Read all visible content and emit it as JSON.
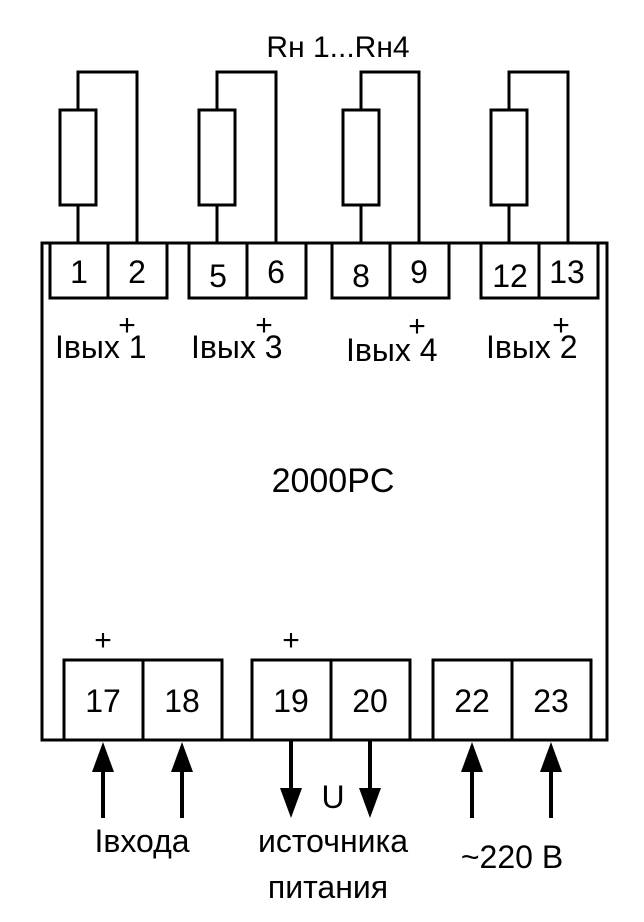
{
  "load_label": "Rн 1...Rн4",
  "device_label": "2000PC",
  "plus_sign": "+",
  "top_terminals": {
    "group1": [
      "1",
      "2"
    ],
    "group2": [
      "5",
      "6"
    ],
    "group3": [
      "8",
      "9"
    ],
    "group4": [
      "12",
      "13"
    ]
  },
  "output_labels": {
    "out1": "Iвых 1",
    "out3": "Iвых 3",
    "out4": "Iвых 4",
    "out2": "Iвых 2"
  },
  "bottom_terminals": {
    "group1": [
      "17",
      "18"
    ],
    "group2": [
      "19",
      "20"
    ],
    "group3": [
      "22",
      "23"
    ]
  },
  "bottom_labels": {
    "input": "Iвхода",
    "supply_u": "U",
    "supply_line1": "источника",
    "supply_line2": "питания",
    "mains": "~220 В"
  }
}
